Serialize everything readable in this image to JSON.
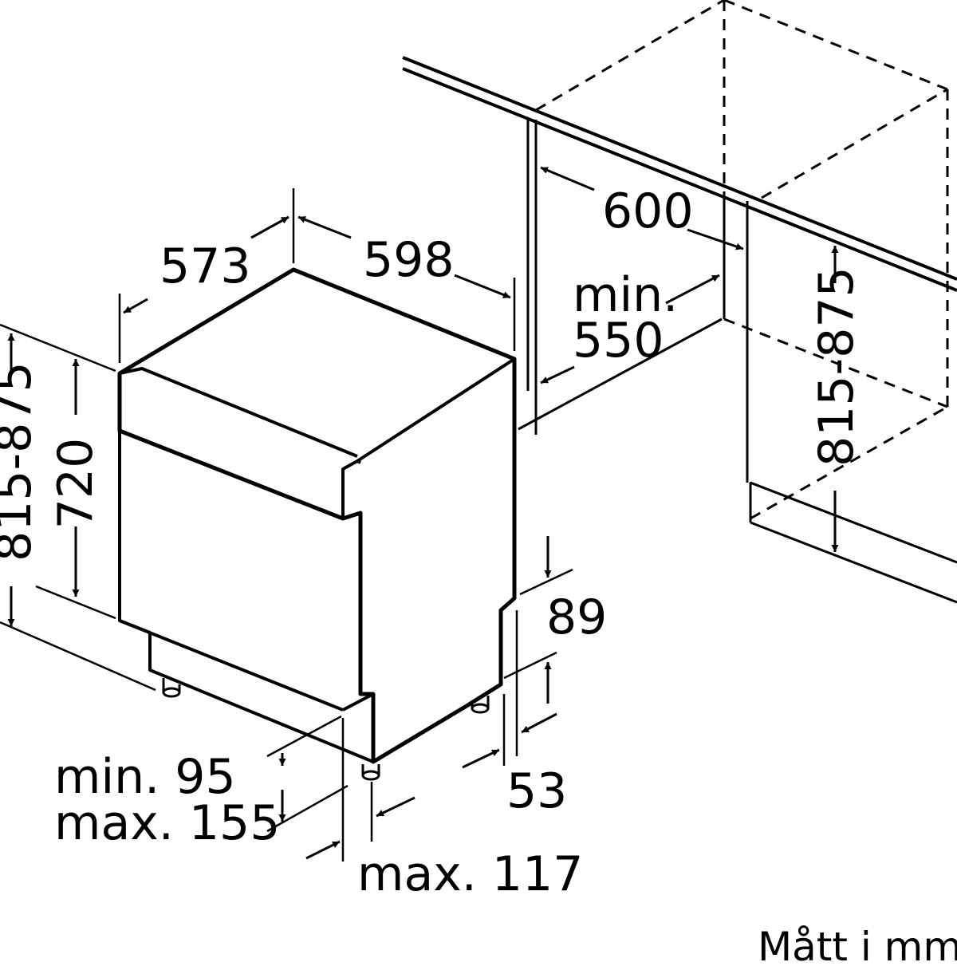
{
  "diagram": {
    "dimensions": {
      "depth": "573",
      "width": "598",
      "niche_width": "600",
      "niche_min_depth_line1": "min.",
      "niche_min_depth_line2": "550",
      "niche_height": "815-875",
      "appliance_height": "815-875",
      "body_height": "720",
      "plinth": "89",
      "foot_offset": "53",
      "foot_height_min": "min. 95",
      "foot_height_max": "max. 155",
      "foot_setback": "max. 117"
    },
    "footer_note": "Mått i mm"
  }
}
